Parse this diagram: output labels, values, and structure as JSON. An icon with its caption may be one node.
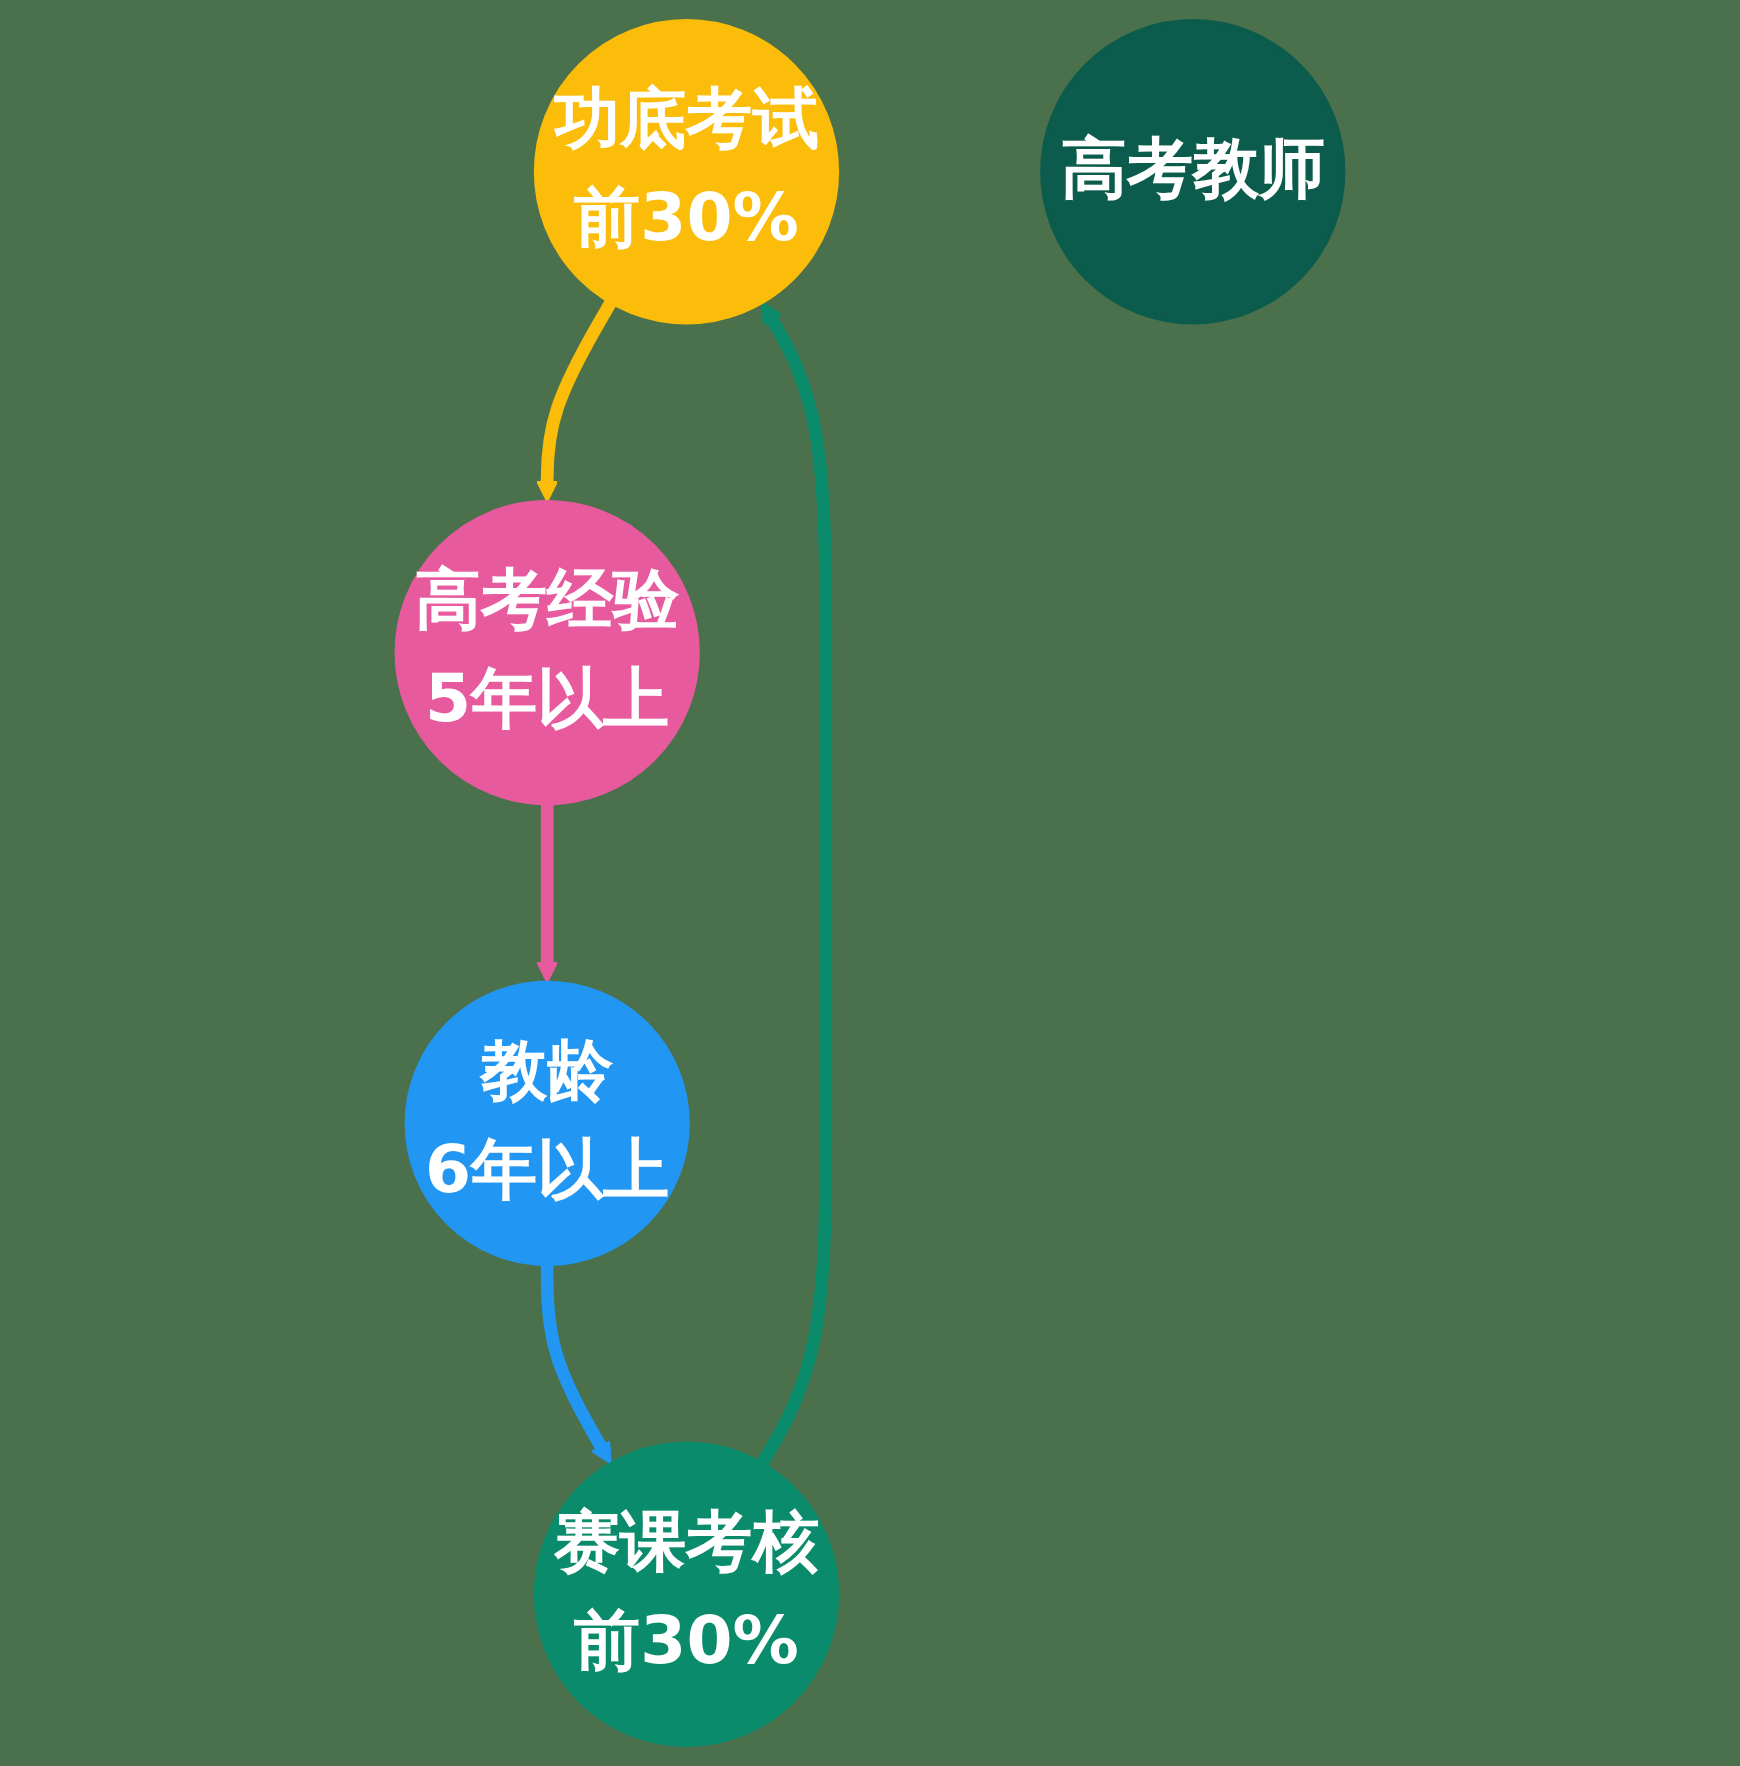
{
  "diagram": {
    "nodes": [
      {
        "text": [
          "功底考试",
          "前30%"
        ]
      },
      {
        "text": [
          "高考经验",
          "5年以上"
        ]
      },
      {
        "text": [
          "教龄",
          "6年以上"
        ]
      },
      {
        "text": [
          "赛课考核",
          "前30%"
        ]
      },
      {
        "text": [
          "高考教师"
        ]
      }
    ],
    "edges": [
      {
        "from": 0,
        "to": 1,
        "arrow": "to",
        "color": "#fbbd0a"
      },
      {
        "from": 1,
        "to": 2,
        "arrow": "to",
        "color": "#e85a9e"
      },
      {
        "from": 2,
        "to": 3,
        "arrow": "to",
        "color": "#2196f3"
      },
      {
        "from": 3,
        "to": 0,
        "arrow": "to",
        "color": "#0a8c6c"
      }
    ]
  }
}
